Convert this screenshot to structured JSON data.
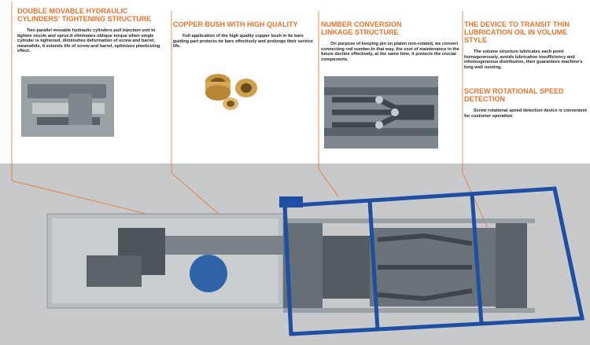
{
  "features": [
    {
      "title": "DOUBLE MOVABLE HYDRAULIC CYLINDERS' TIGHTENING STRUCTURE",
      "body": "Two parallel movable hydraulic cylinders pull injection unit to tighten nozzle and sprue.It eliminates oblique torque when single cylinder is tightened, diminishes deformation of screw and barrel, meanwhile, it extends life of screw and barrel, optimizes plasticizing effect."
    },
    {
      "title": "COPPER BUSH WITH HIGH QUALITY",
      "body": "Full application of the high quality copper bush in tie bars guiding part protects tie bars effectively and prolongs their service life."
    },
    {
      "title": "NUMBER CONVERSION LINKAGE STRUCTURE",
      "body": "On purpose of keeping pin on platen non-rotated, we convert connecting rod number.In that way, the cost of maintenance in the future decline effectively, at the same time, it protects the crucial components."
    },
    {
      "title": "THE DEVICE TO TRANSIT THIN LUBRICATION OIL IN VOLUME STYLE",
      "body": "The volume structure lubricates each point homogeneously, avoids lubrication insufficiency and inhomogeneous distribution, then guarantees machine's long well running."
    },
    {
      "title": "SCREW ROTATIONAL SPEED DETECTION",
      "body": "Screw rotational speed detection device is convenient for customer operation"
    }
  ],
  "colors": {
    "accent": "#e8732a",
    "frame": "#1f4fa3",
    "machine": "#5e6870",
    "background_band": "#c8c9cb"
  }
}
